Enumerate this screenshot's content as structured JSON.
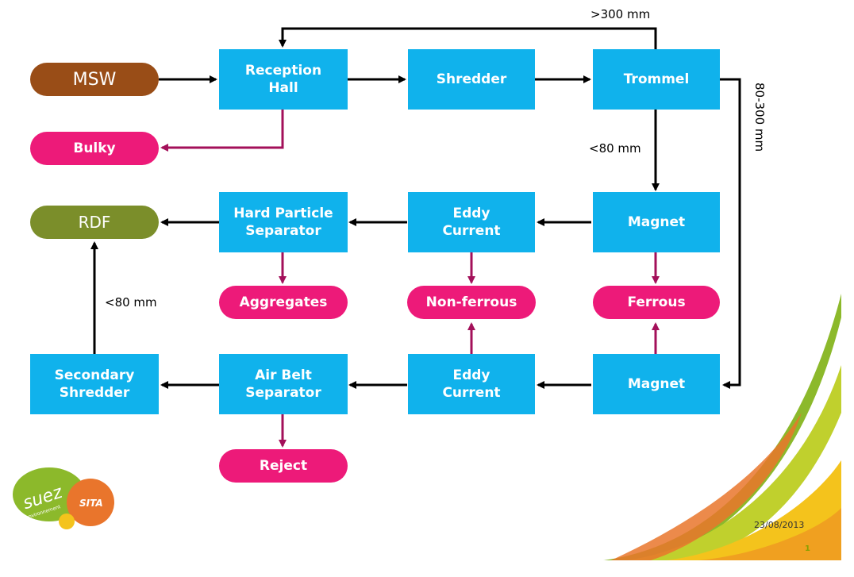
{
  "nodes": {
    "msw": "MSW",
    "reception_hall": "Reception\nHall",
    "shredder": "Shredder",
    "trommel": "Trommel",
    "bulky": "Bulky",
    "rdf": "RDF",
    "hard_particle_separator": "Hard Particle\nSeparator",
    "eddy_current_1": "Eddy\nCurrent",
    "magnet_1": "Magnet",
    "aggregates": "Aggregates",
    "non_ferrous": "Non-ferrous",
    "ferrous": "Ferrous",
    "secondary_shredder": "Secondary\nShredder",
    "air_belt_separator": "Air Belt\nSeparator",
    "eddy_current_2": "Eddy\nCurrent",
    "magnet_2": "Magnet",
    "reject": "Reject"
  },
  "edge_labels": {
    "trommel_oversize": ">300 mm",
    "trommel_undersize": "<80 mm",
    "trommel_mid": "80-300 mm",
    "secondary_to_rdf": "<80 mm"
  },
  "footer": {
    "date": "23/08/2013",
    "page_number": "1"
  },
  "logo": {
    "suez_text": "suez",
    "suez_subtext": "environnement",
    "sita_text": "SITA"
  },
  "colors": {
    "process": "#10b2ec",
    "output": "#ed1a79",
    "msw": "#994d17",
    "rdf": "#7b8e2a",
    "flow_arrow": "#000000",
    "output_arrow": "#a3105a"
  }
}
